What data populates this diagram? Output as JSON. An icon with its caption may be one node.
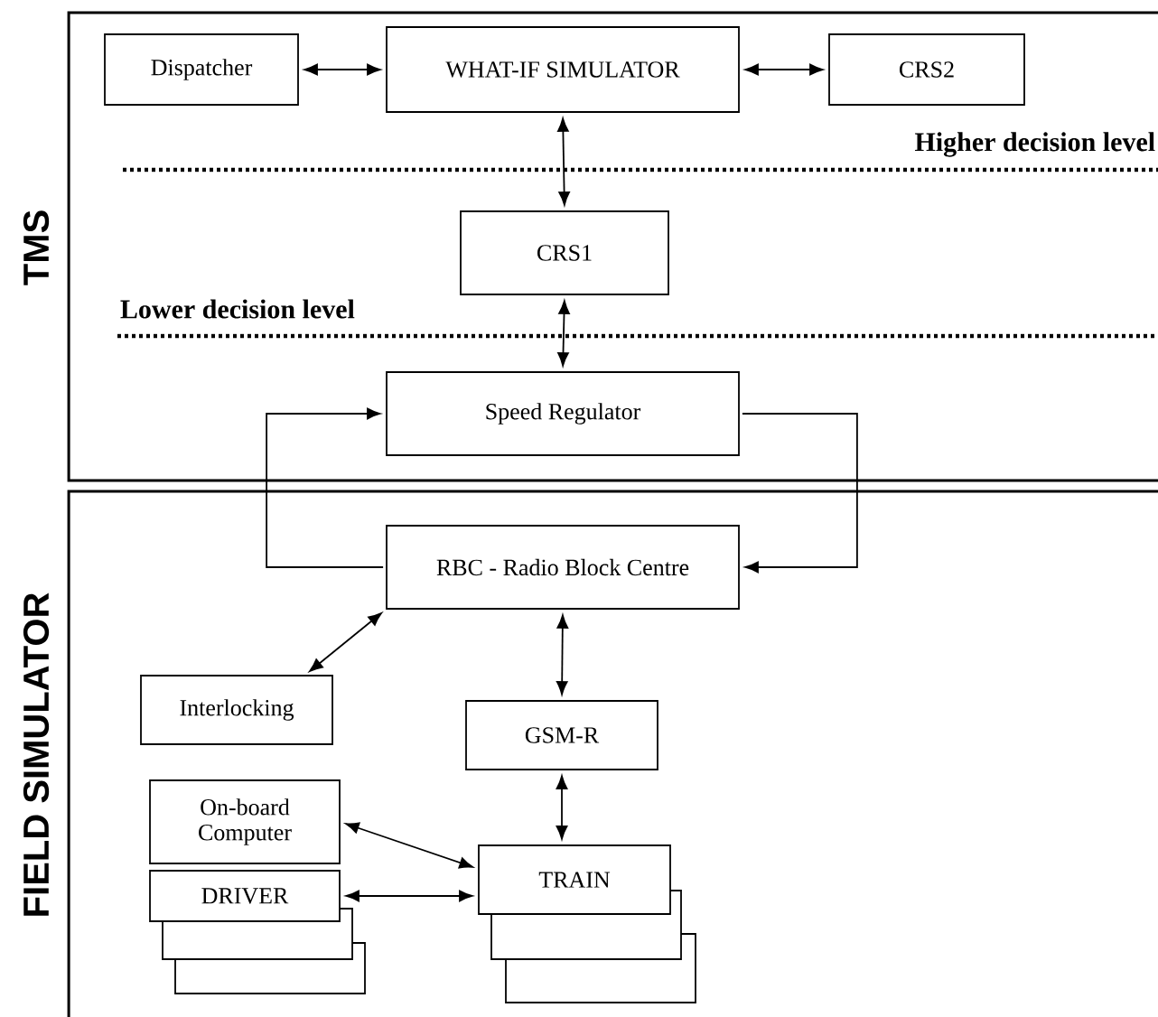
{
  "diagram": {
    "nodes": [
      {
        "text": [
          "TMS"
        ]
      },
      {
        "text": [
          "FIELD SIMULATOR"
        ]
      },
      {
        "text": [
          "Dispatcher"
        ],
        "in": 0
      },
      {
        "text": [
          "WHAT-IF SIMULATOR"
        ],
        "in": 0
      },
      {
        "text": [
          "CRS2"
        ],
        "in": 0
      },
      {
        "text": [
          "CRS1"
        ],
        "in": 0
      },
      {
        "text": [
          "Speed Regulator"
        ],
        "in": 0
      },
      {
        "text": [
          "RBC - Radio Block Centre"
        ],
        "in": 1
      },
      {
        "text": [
          "Interlocking"
        ],
        "in": 1
      },
      {
        "text": [
          "GSM-R"
        ],
        "in": 1
      },
      {
        "text": [
          "On-board Computer"
        ],
        "in": 1
      },
      {
        "text": [
          "DRIVER"
        ],
        "in": 1
      },
      {
        "text": [
          "TRAIN"
        ],
        "in": 1
      },
      {
        "text": [],
        "shape": "box",
        "in": 1
      },
      {
        "text": [],
        "shape": "box",
        "in": 1
      },
      {
        "text": [],
        "shape": "box",
        "in": 1
      },
      {
        "text": [],
        "shape": "box",
        "in": 1
      }
    ],
    "edges": [
      {
        "from": 2,
        "to": 3,
        "arrow": "both"
      },
      {
        "from": 3,
        "to": 4,
        "arrow": "both"
      },
      {
        "from": 3,
        "to": 5,
        "arrow": "both"
      },
      {
        "from": 5,
        "to": 6,
        "arrow": "both"
      },
      {
        "from": 7,
        "to": 6,
        "arrow": "to"
      },
      {
        "from": 6,
        "to": 7,
        "arrow": "to"
      },
      {
        "from": 8,
        "to": 7,
        "arrow": "both"
      },
      {
        "from": 7,
        "to": 9,
        "arrow": "both"
      },
      {
        "from": 9,
        "to": 12,
        "arrow": "both"
      },
      {
        "from": 10,
        "to": 12,
        "arrow": "both"
      },
      {
        "from": 11,
        "to": 12,
        "arrow": "both"
      }
    ],
    "labels": [
      "Higher decision level",
      "Lower decision level"
    ]
  }
}
